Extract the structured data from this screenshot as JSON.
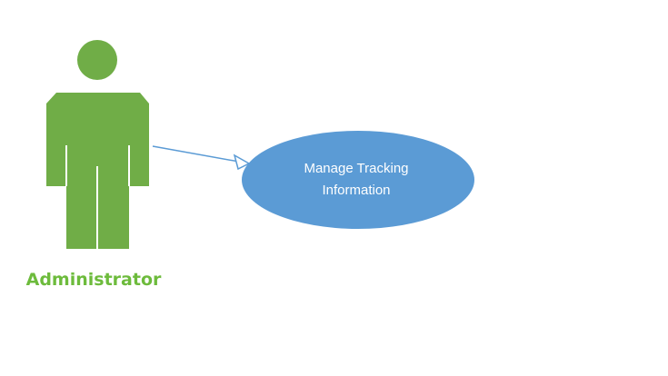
{
  "diagram": {
    "actor": {
      "label": "Administrator",
      "icon": "person-icon",
      "color": "#70ad47"
    },
    "use_case": {
      "label_lines": [
        "Manage Tracking",
        "Information"
      ],
      "fill": "#5b9bd5",
      "text_color": "#ffffff"
    },
    "association": {
      "color": "#5b9bd5",
      "arrowhead": "open-triangle"
    },
    "label_color": "#6dbb3c"
  }
}
